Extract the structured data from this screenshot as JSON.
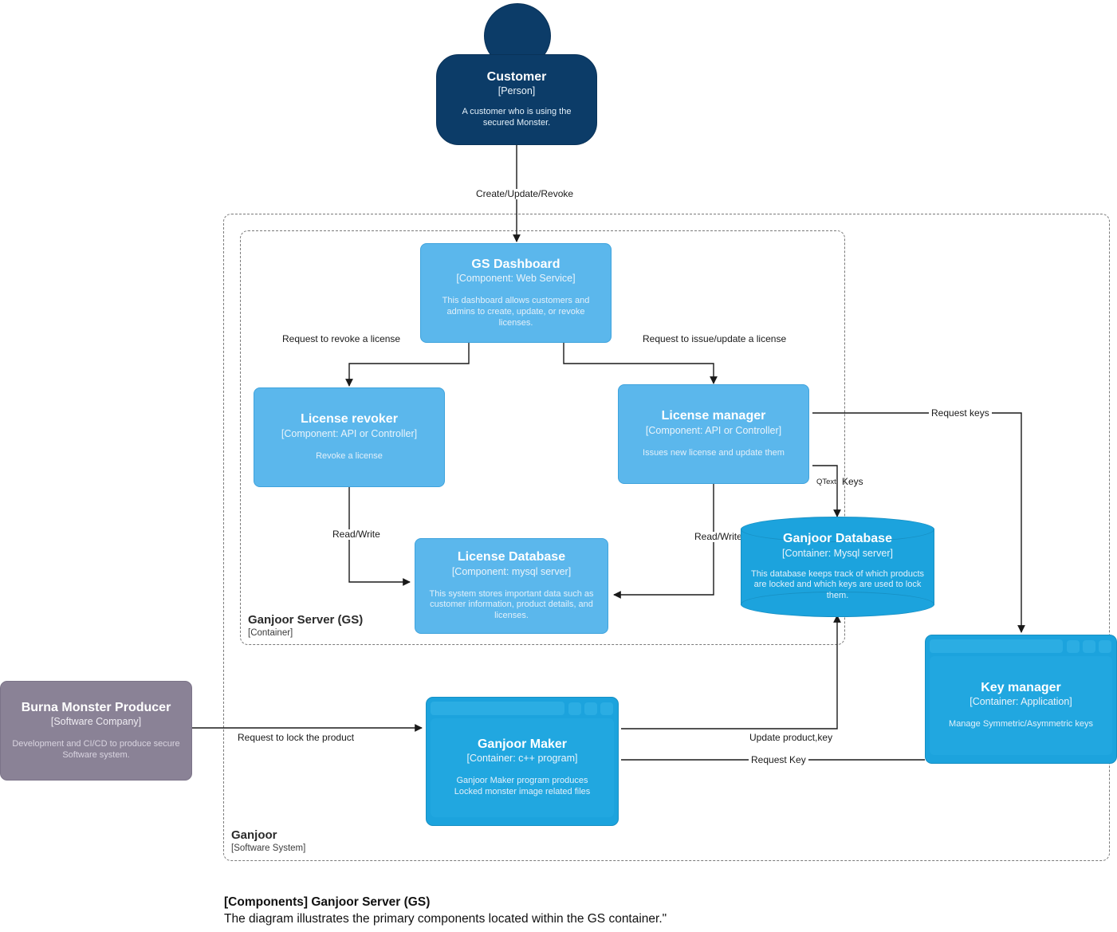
{
  "diagram": {
    "type": "C4 Component Diagram",
    "colors": {
      "person": "#0C3C68",
      "component": "#5BB7EC",
      "container": "#1CA3DD",
      "external_company": "#8A8296",
      "boundary_stroke": "#7a7a7a",
      "edge_stroke": "#1a1a1a"
    }
  },
  "nodes": {
    "customer": {
      "title": "Customer",
      "tech": "[Person]",
      "desc": "A customer who is using the secured Monster."
    },
    "gs_dashboard": {
      "title": "GS Dashboard",
      "tech": "[Component: Web Service]",
      "desc": "This dashboard allows customers and admins to create, update, or revoke licenses."
    },
    "license_revoker": {
      "title": "License revoker",
      "tech": "[Component: API or Controller]",
      "desc": "Revoke a license"
    },
    "license_manager": {
      "title": "License manager",
      "tech": "[Component: API or Controller]",
      "desc": "Issues new license and update them"
    },
    "license_database": {
      "title": "License Database",
      "tech": "[Component: mysql server]",
      "desc": "This system stores important data such as customer information, product details, and licenses."
    },
    "ganjoor_database": {
      "title": "Ganjoor Database",
      "tech": "[Container: Mysql server]",
      "desc": "This database keeps track of which products are locked and which keys are used to lock them."
    },
    "key_manager": {
      "title": "Key manager",
      "tech": "[Container: Application]",
      "desc": "Manage Symmetric/Asymmetric keys"
    },
    "ganjoor_maker": {
      "title": "Ganjoor Maker",
      "tech": "[Container: c++ program]",
      "desc": "Ganjoor Maker program produces Locked monster image related files"
    },
    "burna_monster_producer": {
      "title": "Burna Monster Producer",
      "tech": "[Software Company]",
      "desc": "Development and CI/CD to produce secure Software system."
    }
  },
  "boundaries": {
    "ganjoor_system": {
      "title": "Ganjoor",
      "tech": "[Software System]"
    },
    "ganjoor_server": {
      "title": "Ganjoor Server (GS)",
      "tech": "[Container]"
    }
  },
  "edges": [
    {
      "id": "customer-to-dashboard",
      "label": "Create/Update/Revoke"
    },
    {
      "id": "dashboard-to-revoker",
      "label": "Request to revoke a license"
    },
    {
      "id": "dashboard-to-manager",
      "label": "Request to issue/update a license"
    },
    {
      "id": "revoker-to-licensedb",
      "label": "Read/Write"
    },
    {
      "id": "manager-to-licensedb",
      "label": "Read/Write"
    },
    {
      "id": "manager-to-keymanager",
      "label": "Request keys"
    },
    {
      "id": "manager-to-ganjoordb-q",
      "label": "QText"
    },
    {
      "id": "manager-to-ganjoordb-keys",
      "label": "Keys"
    },
    {
      "id": "maker-to-ganjoordb",
      "label": "Update product,key"
    },
    {
      "id": "maker-to-keymanager",
      "label": "Request Key"
    },
    {
      "id": "producer-to-maker",
      "label": "Request to lock the product"
    }
  ],
  "caption": {
    "line1": "[Components] Ganjoor Server (GS)",
    "line2": "The diagram illustrates the primary components located within the GS container.\""
  }
}
